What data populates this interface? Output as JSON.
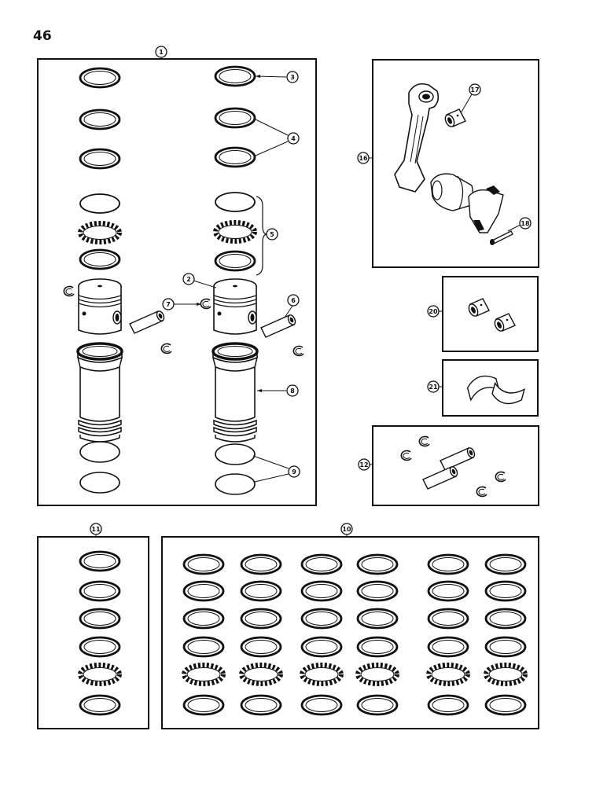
{
  "page": {
    "page_number": "46",
    "ink_color": "#111111",
    "paper_color": "#ffffff"
  },
  "callouts": {
    "c1": "1",
    "c2": "2",
    "c3": "3",
    "c4": "4",
    "c5": "5",
    "c6": "6",
    "c7": "7",
    "c8": "8",
    "c9": "9",
    "c10": "10",
    "c11": "11",
    "c12": "12",
    "c16": "16",
    "c17": "17",
    "c18": "18",
    "c20": "20",
    "c21": "21"
  }
}
